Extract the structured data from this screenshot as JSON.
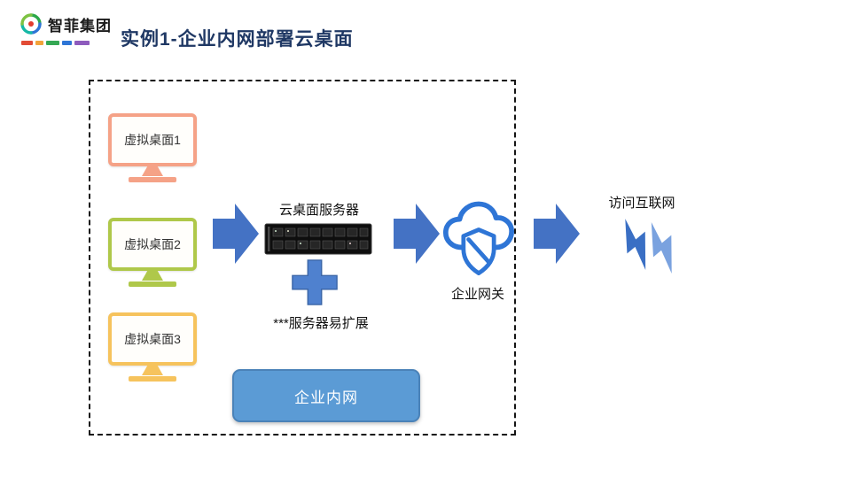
{
  "slide": {
    "title": "实例1-企业内网部署云桌面"
  },
  "logo": {
    "company": "智菲集团"
  },
  "diagram": {
    "desktops": [
      {
        "label": "虚拟桌面1",
        "color": "#F5A287"
      },
      {
        "label": "虚拟桌面2",
        "color": "#AFC84A"
      },
      {
        "label": "虚拟桌面3",
        "color": "#F6C35D"
      }
    ],
    "server": {
      "label": "云桌面服务器",
      "note": "***服务器易扩展"
    },
    "gateway": {
      "label": "企业网关"
    },
    "internet": {
      "label": "访问互联网"
    },
    "intranet": {
      "label": "企业内网"
    },
    "colors": {
      "arrow": "#4472C4",
      "plus": "#4F81CF",
      "cloud_stroke": "#2E75D6",
      "intranet_fill": "#5B9BD5",
      "title_text": "#1F3864"
    }
  }
}
